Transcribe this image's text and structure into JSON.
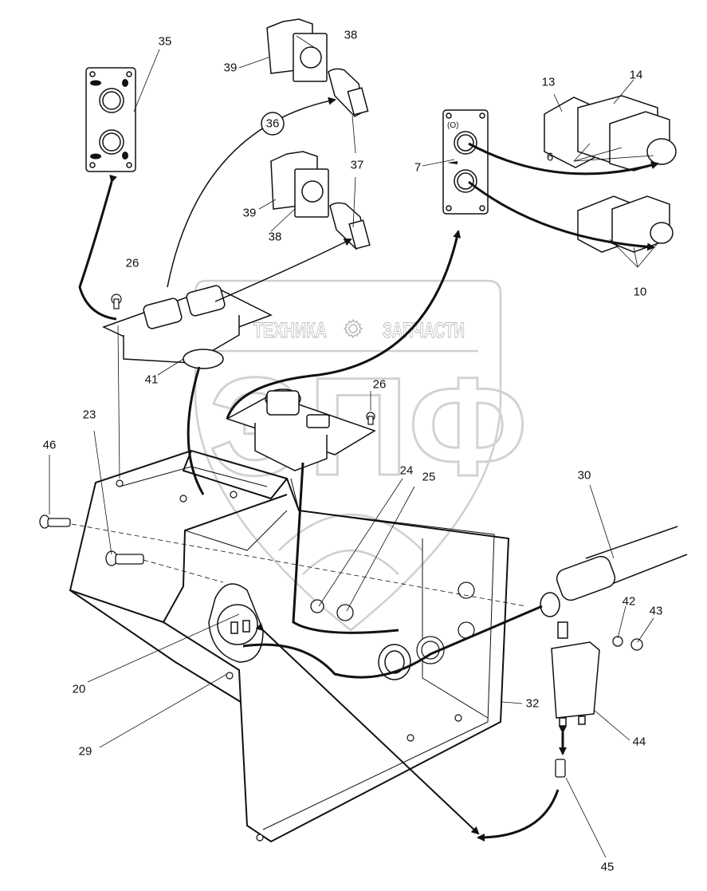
{
  "watermark": {
    "left_text": "ТЕХНИКА",
    "right_text": "ЗАПЧАСТИ",
    "logo_text": "ЭПФ",
    "gear_icon": "gear-icon"
  },
  "panels": {
    "speed_panel": {
      "icons": [
        "turtle-icon",
        "rabbit-icon",
        "turtle-icon",
        "rabbit-icon"
      ]
    },
    "light_horn_panel": {
      "top_symbol": "(O)",
      "bottom_symbol": "horn-icon"
    }
  },
  "callouts": [
    {
      "id": "35",
      "label": "35"
    },
    {
      "id": "38a",
      "label": "38"
    },
    {
      "id": "39a",
      "label": "39"
    },
    {
      "id": "36",
      "label": "36",
      "circled": true
    },
    {
      "id": "37",
      "label": "37"
    },
    {
      "id": "39b",
      "label": "39"
    },
    {
      "id": "38b",
      "label": "38"
    },
    {
      "id": "13",
      "label": "13"
    },
    {
      "id": "14",
      "label": "14"
    },
    {
      "id": "6",
      "label": "6"
    },
    {
      "id": "7",
      "label": "7"
    },
    {
      "id": "10",
      "label": "10"
    },
    {
      "id": "26a",
      "label": "26"
    },
    {
      "id": "41",
      "label": "41"
    },
    {
      "id": "26b",
      "label": "26"
    },
    {
      "id": "23",
      "label": "23"
    },
    {
      "id": "46",
      "label": "46"
    },
    {
      "id": "24",
      "label": "24"
    },
    {
      "id": "25",
      "label": "25"
    },
    {
      "id": "30",
      "label": "30"
    },
    {
      "id": "42",
      "label": "42"
    },
    {
      "id": "43",
      "label": "43"
    },
    {
      "id": "20",
      "label": "20"
    },
    {
      "id": "29",
      "label": "29"
    },
    {
      "id": "32",
      "label": "32"
    },
    {
      "id": "44",
      "label": "44"
    },
    {
      "id": "45",
      "label": "45"
    }
  ]
}
